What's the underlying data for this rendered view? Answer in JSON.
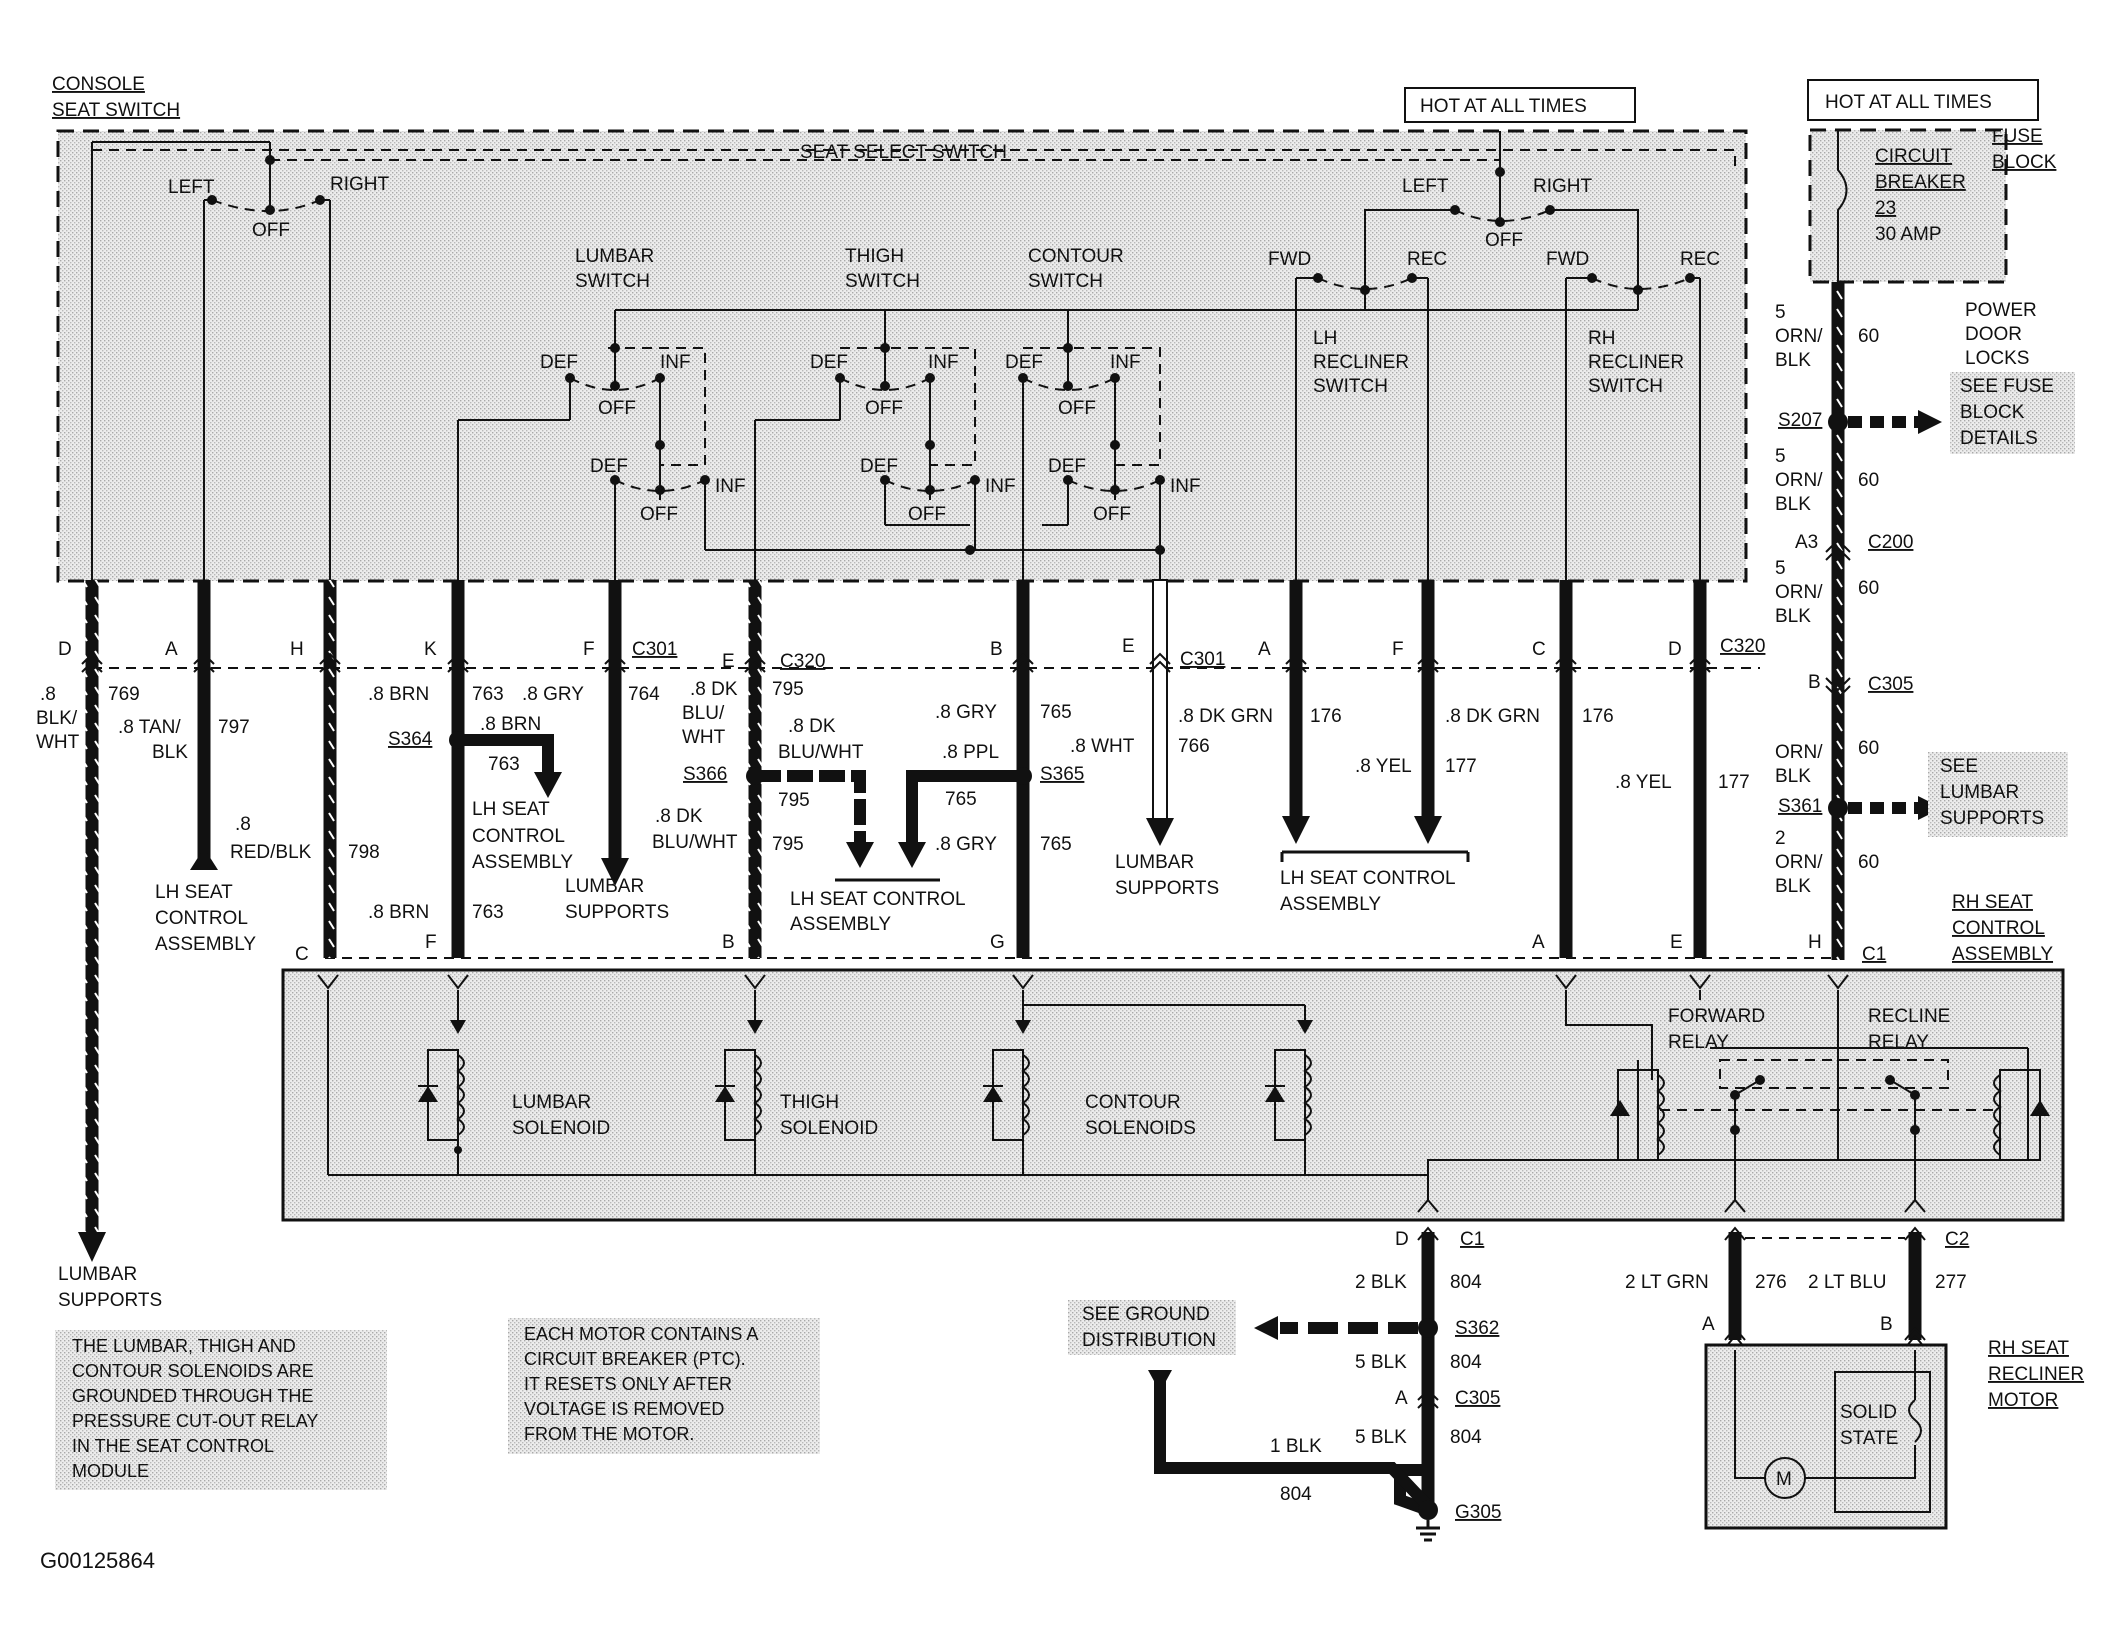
{
  "switch_assembly": {
    "title_line1": "CONSOLE",
    "title_line2": "SEAT SWITCH",
    "seat_select": "SEAT SELECT SWITCH",
    "left": "LEFT",
    "right": "RIGHT",
    "off": "OFF",
    "lumbar_switch_1": "LUMBAR",
    "lumbar_switch_2": "SWITCH",
    "thigh_switch_1": "THIGH",
    "thigh_switch_2": "SWITCH",
    "contour_switch_1": "CONTOUR",
    "contour_switch_2": "SWITCH",
    "def": "DEF",
    "inf": "INF",
    "fwd": "FWD",
    "rec": "REC",
    "lh_recliner_1": "LH",
    "lh_recliner_2": "RECLINER",
    "lh_recliner_3": "SWITCH",
    "rh_recliner_1": "RH",
    "rh_recliner_2": "RECLINER",
    "rh_recliner_3": "SWITCH"
  },
  "hot_box_1": "HOT AT ALL TIMES",
  "hot_box_2": "HOT AT ALL TIMES",
  "fuse": {
    "line1": "CIRCUIT",
    "line2": "BREAKER",
    "line3": "23",
    "line4": "30 AMP",
    "block1": "FUSE",
    "block2": "BLOCK"
  },
  "power_feed": {
    "power_door_1": "POWER",
    "power_door_2": "DOOR",
    "power_door_3": "LOCKS",
    "see_fuse_1": "SEE FUSE",
    "see_fuse_2": "BLOCK",
    "see_fuse_3": "DETAILS",
    "seg1_gauge": "5",
    "seg1_color1": "ORN/",
    "seg1_color2": "BLK",
    "seg1_circuit": "60",
    "s207": "S207",
    "seg2_gauge": "5",
    "seg2_color1": "ORN/",
    "seg2_color2": "BLK",
    "seg2_circuit": "60",
    "a3": "A3",
    "c200": "C200",
    "seg3_gauge": "5",
    "seg3_color1": "ORN/",
    "seg3_color2": "BLK",
    "seg3_circuit": "60",
    "b": "B",
    "c305": "C305",
    "seg4_color1": "ORN/",
    "seg4_color2": "BLK",
    "seg4_circuit": "60",
    "s361": "S361",
    "see_lumbar_1": "SEE",
    "see_lumbar_2": "LUMBAR",
    "see_lumbar_3": "SUPPORTS",
    "seg5_gauge": "2",
    "seg5_color1": "ORN/",
    "seg5_color2": "BLK",
    "seg5_circuit": "60"
  },
  "connector_row": {
    "pin_d": "D",
    "pin_a": "A",
    "pin_h": "H",
    "pin_k": "K",
    "pin_f": "F",
    "c301_1": "C301",
    "pin_e1": "E",
    "c320_1": "C320",
    "pin_b": "B",
    "pin_e2": "E",
    "c301_2": "C301",
    "pin_a2": "A",
    "pin_f2": "F",
    "pin_c": "C",
    "pin_d2": "D",
    "c320_2": "C320"
  },
  "wires": {
    "w1_g": ".8",
    "w1_c1": "BLK/",
    "w1_c2": "WHT",
    "w1_n": "769",
    "w2_g": ".8 TAN/",
    "w2_c": "BLK",
    "w2_n": "797",
    "w3_g": ".8",
    "w3_c": "RED/BLK",
    "w3_n": "798",
    "w4": ".8 BRN",
    "w4_n": "763",
    "w5": ".8 GRY",
    "w5_n": "764",
    "s364": "S364",
    "s364_w": ".8 BRN",
    "s364_n": "763",
    "w4b": ".8 BRN",
    "w4b_n": "763",
    "w6_g": ".8 DK",
    "w6_c1": "BLU/",
    "w6_c2": "WHT",
    "w6_n": "795",
    "s366": "S366",
    "s366_w1": ".8 DK",
    "s366_w2": "BLU/WHT",
    "s366_n": "795",
    "w6b_g": ".8 DK",
    "w6b_c": "BLU/WHT",
    "w6b_n": "795",
    "w7": ".8 GRY",
    "w7_n": "765",
    "s365": "S365",
    "s365_w": ".8 PPL",
    "s365_n": "765",
    "w7b": ".8 GRY",
    "w7b_n": "765",
    "w8": ".8 WHT",
    "w8_n": "766",
    "w9": ".8 DK GRN",
    "w9_n": "176",
    "w10": ".8 YEL",
    "w10_n": "177",
    "w11": ".8 DK GRN",
    "w11_n": "176",
    "w12": ".8 YEL",
    "w12_n": "177"
  },
  "destinations": {
    "lh_seat_1": "LH SEAT",
    "lh_seat_2": "CONTROL",
    "lh_seat_3": "ASSEMBLY",
    "lh_ctrl_1": "LH SEAT",
    "lh_ctrl_2": "CONTROL",
    "lh_ctrl_3": "ASSEMBLY",
    "lumbar_1": "LUMBAR",
    "lumbar_2": "SUPPORTS",
    "lh_sc_1": "LH SEAT CONTROL",
    "lh_sc_2": "ASSEMBLY",
    "lumbar_b1": "LUMBAR",
    "lumbar_b2": "SUPPORTS",
    "lh_sc_b1": "LH SEAT CONTROL",
    "lh_sc_b2": "ASSEMBLY",
    "lumbar_c1": "LUMBAR",
    "lumbar_c2": "SUPPORTS"
  },
  "control_module": {
    "pin_c": "C",
    "pin_f": "F",
    "pin_b": "B",
    "pin_g": "G",
    "pin_a": "A",
    "pin_e": "E",
    "pin_h": "H",
    "c1": "C1",
    "rh_1": "RH SEAT",
    "rh_2": "CONTROL",
    "rh_3": "ASSEMBLY",
    "lumbar_sol_1": "LUMBAR",
    "lumbar_sol_2": "SOLENOID",
    "thigh_sol_1": "THIGH",
    "thigh_sol_2": "SOLENOID",
    "contour_sol_1": "CONTOUR",
    "contour_sol_2": "SOLENOIDS",
    "fwd_relay_1": "FORWARD",
    "fwd_relay_2": "RELAY",
    "rec_relay_1": "RECLINE",
    "rec_relay_2": "RELAY"
  },
  "ground": {
    "pin_d": "D",
    "c1": "C1",
    "w1": "2 BLK",
    "w1_n": "804",
    "see_ground_1": "SEE GROUND",
    "see_ground_2": "DISTRIBUTION",
    "s362": "S362",
    "w2": "5 BLK",
    "w2_n": "804",
    "pin_a": "A",
    "c305": "C305",
    "w3": "5 BLK",
    "w3_n": "804",
    "w4": "1 BLK",
    "w4_n": "804",
    "g305": "G305"
  },
  "motor": {
    "w1": "2 LT GRN",
    "w1_n": "276",
    "w2": "2 LT BLU",
    "w2_n": "277",
    "c2": "C2",
    "pin_a": "A",
    "pin_b": "B",
    "title_1": "RH SEAT",
    "title_2": "RECLINER",
    "title_3": "MOTOR",
    "solid_1": "SOLID",
    "solid_2": "STATE",
    "m": "M"
  },
  "notes": {
    "left_1": "THE LUMBAR, THIGH AND",
    "left_2": "CONTOUR SOLENOIDS ARE",
    "left_3": "GROUNDED THROUGH THE",
    "left_4": "PRESSURE CUT-OUT RELAY",
    "left_5": "IN THE SEAT CONTROL",
    "left_6": "MODULE",
    "right_1": "EACH MOTOR CONTAINS A",
    "right_2": "CIRCUIT BREAKER (PTC).",
    "right_3": "IT RESETS ONLY AFTER",
    "right_4": "VOLTAGE IS REMOVED",
    "right_5": "FROM THE MOTOR."
  },
  "bottom_lumbar_1": "LUMBAR",
  "bottom_lumbar_2": "SUPPORTS",
  "figure_id": "G00125864"
}
